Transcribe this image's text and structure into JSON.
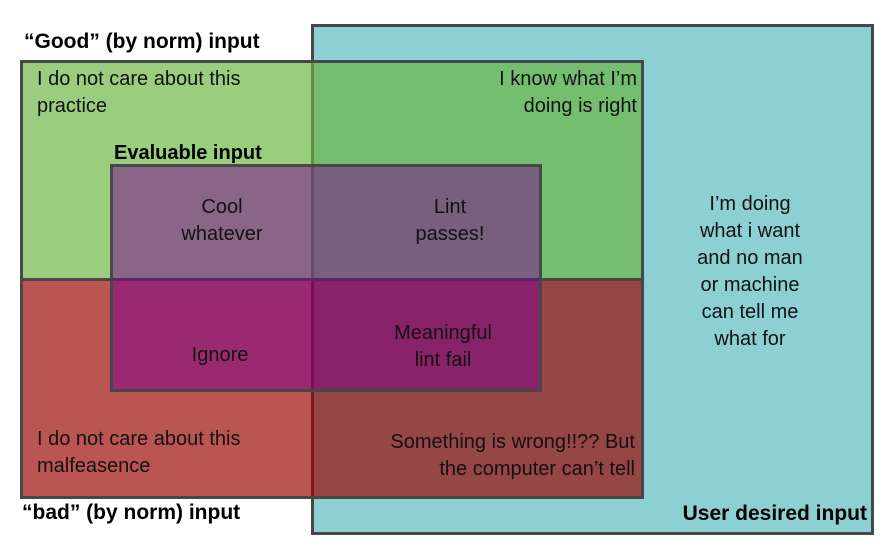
{
  "diagram": {
    "labels": {
      "good": "“Good” (by norm) input",
      "bad": "“bad” (by norm) input",
      "evaluable": "Evaluable input",
      "user_desired": "User desired input"
    },
    "regions": {
      "good_only": [
        "I do not care about this",
        "practice"
      ],
      "good_and_user": [
        "I know what I’m",
        "doing is right"
      ],
      "evaluable_good": [
        "Cool",
        "whatever"
      ],
      "evaluable_good_user": [
        "Lint",
        "passes!"
      ],
      "evaluable_bad": [
        "Ignore"
      ],
      "evaluable_bad_user": [
        "Meaningful",
        "lint fail"
      ],
      "bad_only": [
        "I do not care about this",
        "malfeasence"
      ],
      "bad_and_user": [
        "Something is wrong!!?? But",
        "the computer can’t tell"
      ],
      "user_only": [
        "I’m doing",
        "what i want",
        "and no man",
        "or machine",
        "can tell me",
        "what for"
      ]
    },
    "colors": {
      "teal_fill": "#8CD0D4",
      "green_fill": "rgba(106,181,65,0.68)",
      "red_fill": "rgba(155,5,0,0.68)",
      "evaluable_fill": "rgba(122,0,142,0.5)",
      "border": "#474747",
      "text": "#111111"
    }
  }
}
